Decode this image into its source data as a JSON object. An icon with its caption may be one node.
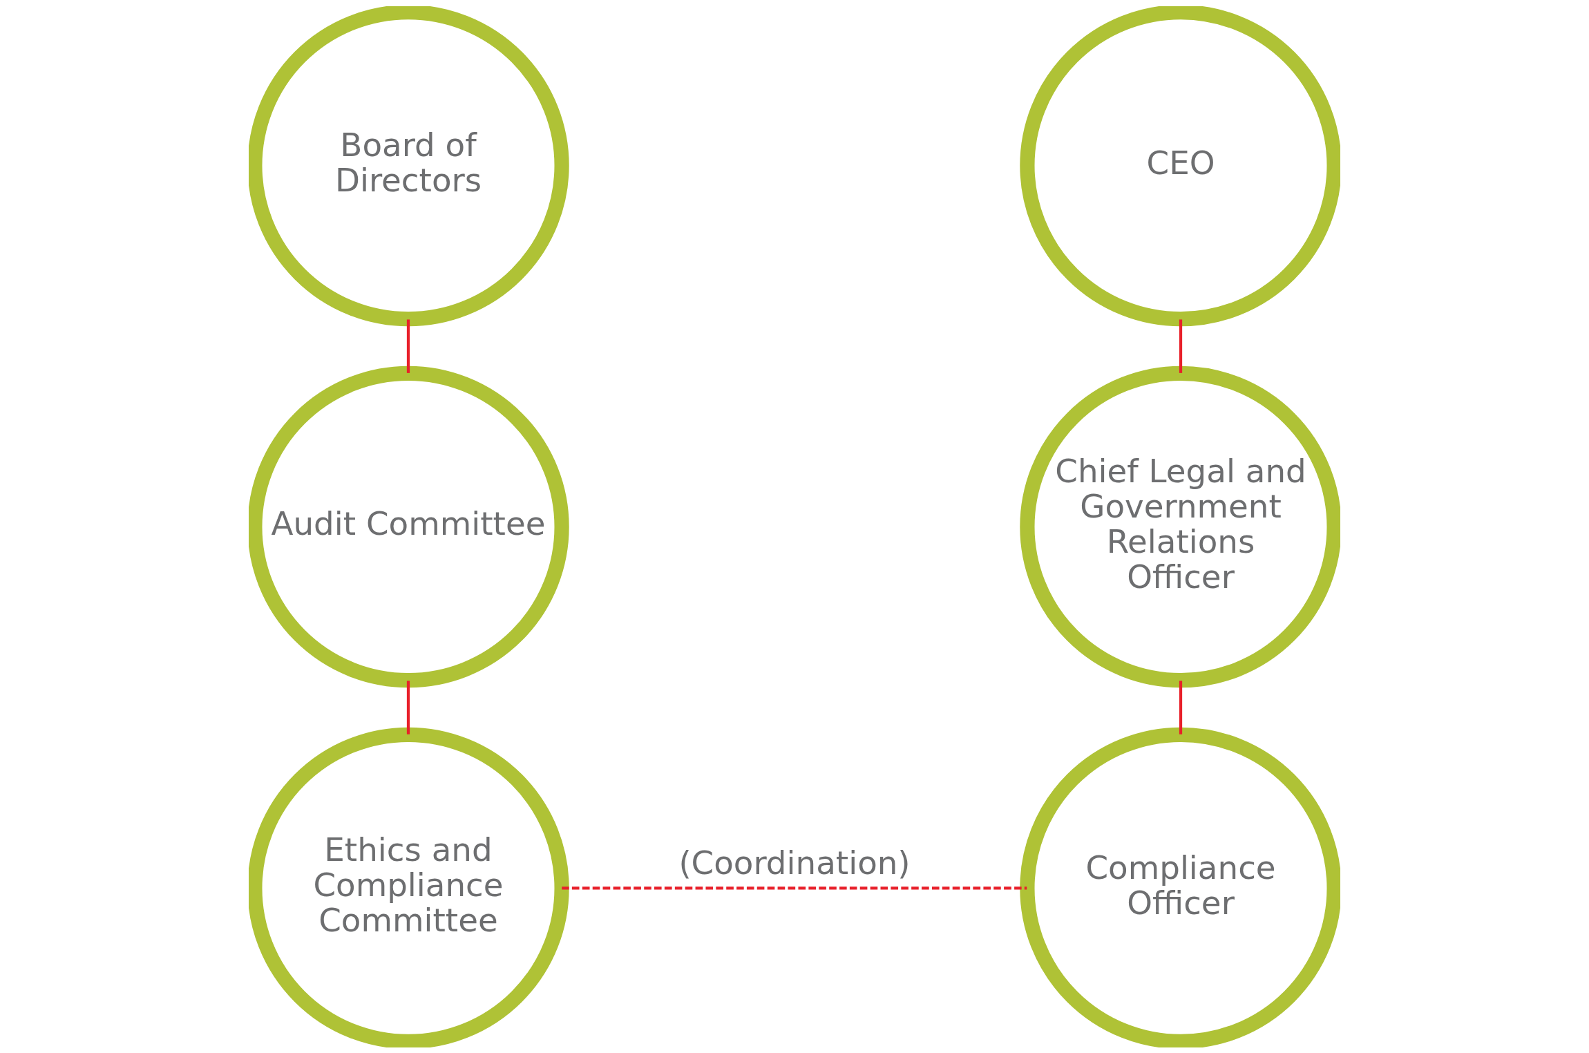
{
  "diagram": {
    "nodes": [
      {
        "text": [
          "Board of Directors"
        ]
      },
      {
        "text": [
          "Audit Committee"
        ]
      },
      {
        "text": [
          "Ethics and Compliance Committee"
        ]
      },
      {
        "text": [
          "CEO"
        ]
      },
      {
        "text": [
          "Chief Legal and Government Relations Officer"
        ]
      },
      {
        "text": [
          "Compliance Officer"
        ]
      }
    ],
    "edges": [
      {
        "from": 0,
        "to": 1,
        "arrow": "none"
      },
      {
        "from": 1,
        "to": 2,
        "arrow": "none"
      },
      {
        "from": 3,
        "to": 4,
        "arrow": "none"
      },
      {
        "from": 4,
        "to": 5,
        "arrow": "none"
      },
      {
        "from": 2,
        "to": 5,
        "arrow": "none",
        "style": "dashed",
        "label": "(Coordination)"
      }
    ]
  }
}
